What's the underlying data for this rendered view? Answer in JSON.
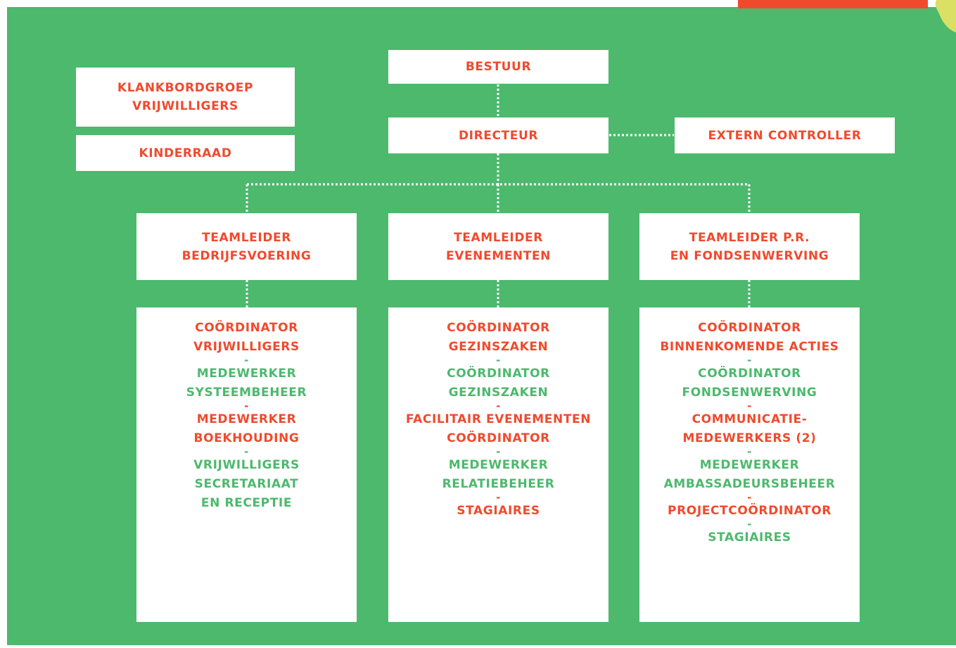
{
  "colors": {
    "background": "#4cb96d",
    "accent_red": "#f04a2d",
    "box": "#ffffff",
    "accent_yellow": "#d9e063"
  },
  "boxes": {
    "bestuur": "BESTUUR",
    "directeur": "DIRECTEUR",
    "extern_controller": "EXTERN CONTROLLER",
    "klankbordgroep": "KLANKBORDGROEP\nVRIJWILLIGERS",
    "kinderraad": "KINDERRAAD",
    "teamleider_bedrijfsvoering": "TEAMLEIDER\nBEDRIJFSVOERING",
    "teamleider_evenementen": "TEAMLEIDER\nEVENEMENTEN",
    "teamleider_pr": "TEAMLEIDER P.R.\nEN FONDSENWERVING"
  },
  "columns": {
    "bedrijfsvoering": [
      {
        "text": "COÖRDINATOR\nVRIJWILLIGERS",
        "color": "red"
      },
      {
        "text": "MEDEWERKER\nSYSTEEMBEHEER",
        "color": "green"
      },
      {
        "text": "MEDEWERKER\nBOEKHOUDING",
        "color": "red"
      },
      {
        "text": "VRIJWILLIGERS\nSECRETARIAAT\nEN RECEPTIE",
        "color": "green"
      }
    ],
    "evenementen": [
      {
        "text": "COÖRDINATOR\nGEZINSZAKEN",
        "color": "red"
      },
      {
        "text": "COÖRDINATOR\nGEZINSZAKEN",
        "color": "green"
      },
      {
        "text": "FACILITAIR EVENEMENTEN\nCOÖRDINATOR",
        "color": "red"
      },
      {
        "text": "MEDEWERKER\nRELATIEBEHEER",
        "color": "green"
      },
      {
        "text": "STAGIAIRES",
        "color": "red"
      }
    ],
    "pr": [
      {
        "text": "COÖRDINATOR\nBINNENKOMENDE ACTIES",
        "color": "red"
      },
      {
        "text": "COÖRDINATOR\nFONDSENWERVING",
        "color": "green"
      },
      {
        "text": "COMMUNICATIE-\nMEDEWERKERS (2)",
        "color": "red"
      },
      {
        "text": "MEDEWERKER\nAMBASSADEURSBEHEER",
        "color": "green"
      },
      {
        "text": "PROJECTCOÖRDINATOR",
        "color": "red"
      },
      {
        "text": "STAGIAIRES",
        "color": "green"
      }
    ]
  },
  "separator": "-"
}
